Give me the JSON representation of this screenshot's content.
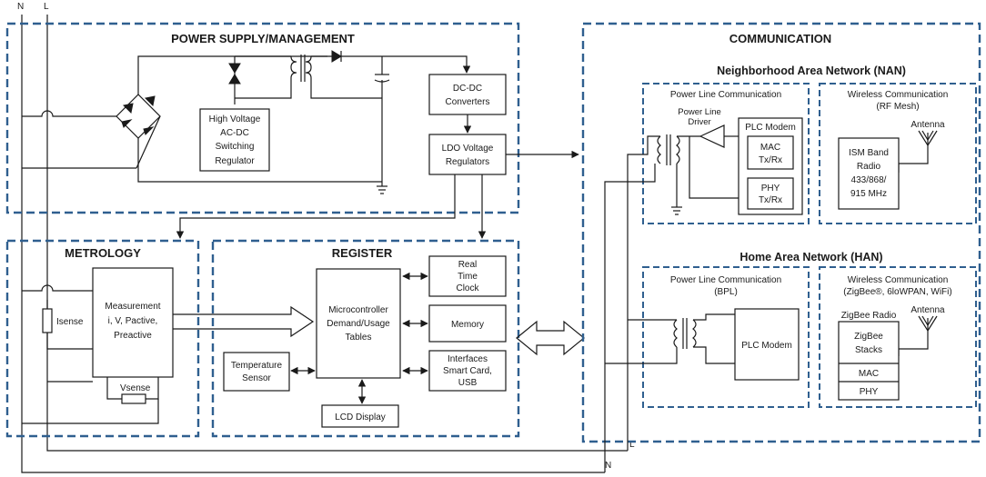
{
  "mains": {
    "n": "N",
    "l": "L"
  },
  "power_supply": {
    "title": "POWER SUPPLY/MANAGEMENT",
    "hv_regulator": [
      "High Voltage",
      "AC-DC",
      "Switching",
      "Regulator"
    ],
    "dcdc": [
      "DC-DC",
      "Converters"
    ],
    "ldo": [
      "LDO Voltage",
      "Regulators"
    ]
  },
  "metrology": {
    "title": "METROLOGY",
    "measurement": [
      "Measurement",
      "i, V, Pactive,",
      "Preactive"
    ],
    "isense": "Isense",
    "vsense": "Vsense"
  },
  "register": {
    "title": "REGISTER",
    "mcu": [
      "Microcontroller",
      "Demand/Usage",
      "Tables"
    ],
    "rtc": [
      "Real",
      "Time",
      "Clock"
    ],
    "memory": "Memory",
    "interfaces": [
      "Interfaces",
      "Smart Card,",
      "USB"
    ],
    "temp": [
      "Temperature",
      "Sensor"
    ],
    "lcd": "LCD Display"
  },
  "communication": {
    "title": "COMMUNICATION",
    "nan": {
      "title": "Neighborhood Area Network (NAN)",
      "plc_title": "Power Line Communication",
      "pl_driver": [
        "Power Line",
        "Driver"
      ],
      "plc_modem": "PLC Modem",
      "mac": [
        "MAC",
        "Tx/Rx"
      ],
      "phy": [
        "PHY",
        "Tx/Rx"
      ],
      "wireless_title": [
        "Wireless Communication",
        "(RF Mesh)"
      ],
      "antenna": "Antenna",
      "ism": [
        "ISM Band",
        "Radio",
        "433/868/",
        "915 MHz"
      ]
    },
    "han": {
      "title": "Home Area Network (HAN)",
      "plc_title": [
        "Power Line Communication",
        "(BPL)"
      ],
      "plc_modem": "PLC Modem",
      "wireless_title": [
        "Wireless Communication",
        "(ZigBee®, 6loWPAN, WiFi)"
      ],
      "zigbee_radio": "ZigBee Radio",
      "antenna": "Antenna",
      "zigbee_stacks": [
        "ZigBee",
        "Stacks"
      ],
      "mac": "MAC",
      "phy": "PHY"
    }
  }
}
